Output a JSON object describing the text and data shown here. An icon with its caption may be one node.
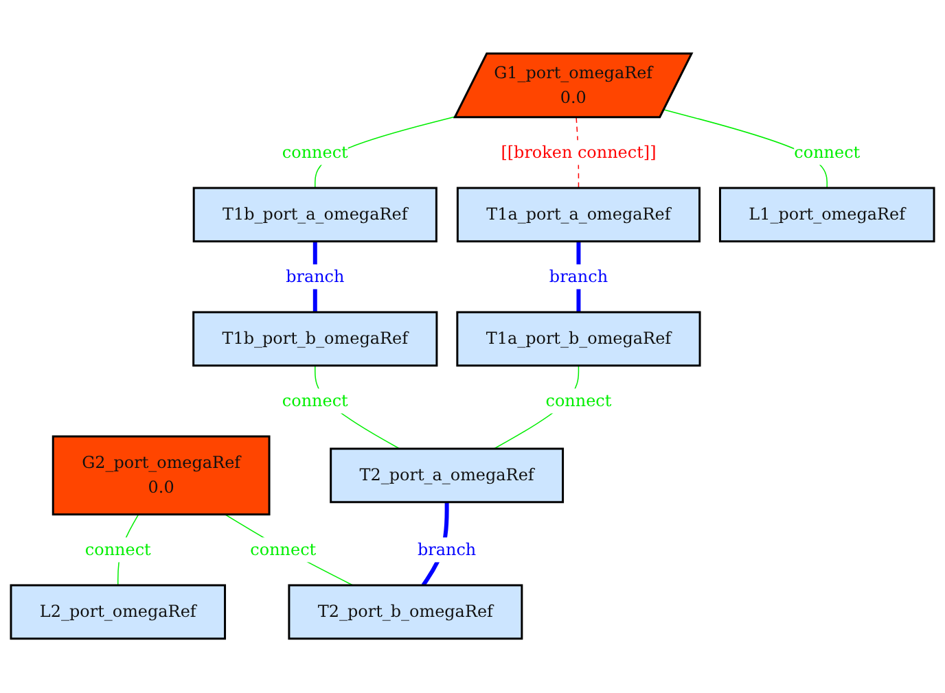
{
  "diagram": {
    "nodes": [
      {
        "text": [
          "G1_port_omegaRef",
          "0.0"
        ]
      },
      {
        "text": [
          "T1b_port_a_omegaRef"
        ]
      },
      {
        "text": [
          "T1a_port_a_omegaRef"
        ]
      },
      {
        "text": [
          "L1_port_omegaRef"
        ]
      },
      {
        "text": [
          "T1b_port_b_omegaRef"
        ]
      },
      {
        "text": [
          "T1a_port_b_omegaRef"
        ]
      },
      {
        "text": [
          "G2_port_omegaRef",
          "0.0"
        ]
      },
      {
        "text": [
          "T2_port_a_omegaRef"
        ]
      },
      {
        "text": [
          "L2_port_omegaRef"
        ]
      },
      {
        "text": [
          "T2_port_b_omegaRef"
        ]
      }
    ],
    "edges": [
      {
        "from": 0,
        "to": 1,
        "arrow": "none",
        "label": "connect"
      },
      {
        "from": 0,
        "to": 2,
        "arrow": "none",
        "label": "[[broken connect]]",
        "style": "dashed",
        "color": "#ff0000"
      },
      {
        "from": 0,
        "to": 3,
        "arrow": "none",
        "label": "connect"
      },
      {
        "from": 1,
        "to": 4,
        "arrow": "none",
        "label": "branch",
        "style": "thick",
        "color": "#0000ff"
      },
      {
        "from": 2,
        "to": 5,
        "arrow": "none",
        "label": "branch",
        "style": "thick",
        "color": "#0000ff"
      },
      {
        "from": 4,
        "to": 7,
        "arrow": "none",
        "label": "connect"
      },
      {
        "from": 5,
        "to": 7,
        "arrow": "none",
        "label": "connect"
      },
      {
        "from": 6,
        "to": 8,
        "arrow": "none",
        "label": "connect"
      },
      {
        "from": 6,
        "to": 9,
        "arrow": "none",
        "label": "connect"
      },
      {
        "from": 7,
        "to": 9,
        "arrow": "none",
        "label": "branch",
        "style": "thick",
        "color": "#0000ff"
      }
    ]
  }
}
